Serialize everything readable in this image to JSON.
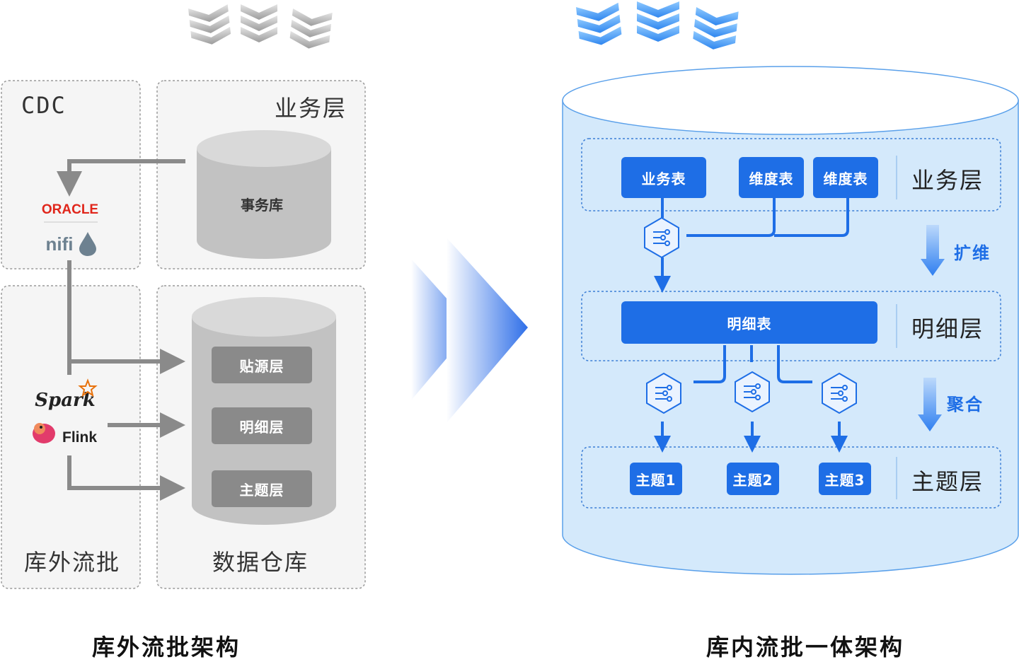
{
  "left": {
    "cdc_label": "CDC",
    "business_label": "业务层",
    "transaction_db": "事务库",
    "stream_batch_label": "库外流批",
    "warehouse_label": "数据仓库",
    "warehouse_layers": [
      "贴源层",
      "明细层",
      "主题层"
    ],
    "caption": "库外流批架构",
    "logos": {
      "oracle": "ORACLE",
      "nifi": "nifi",
      "spark": "Spark",
      "flink": "Flink"
    }
  },
  "right": {
    "business_tables": [
      "业务表",
      "维度表",
      "维度表"
    ],
    "business_layer": "业务层",
    "detail_table": "明细表",
    "detail_layer": "明细层",
    "subjects": [
      "主题1",
      "主题2",
      "主题3"
    ],
    "subject_layer": "主题层",
    "step_expand": "扩维",
    "step_aggregate": "聚合",
    "caption": "库内流批一体架构"
  },
  "colors": {
    "accent": "#1e6ee6",
    "gray": "#8a8a8a",
    "cylinder_fill": "#d4e9fb",
    "dashed": "#9a9a9a"
  }
}
